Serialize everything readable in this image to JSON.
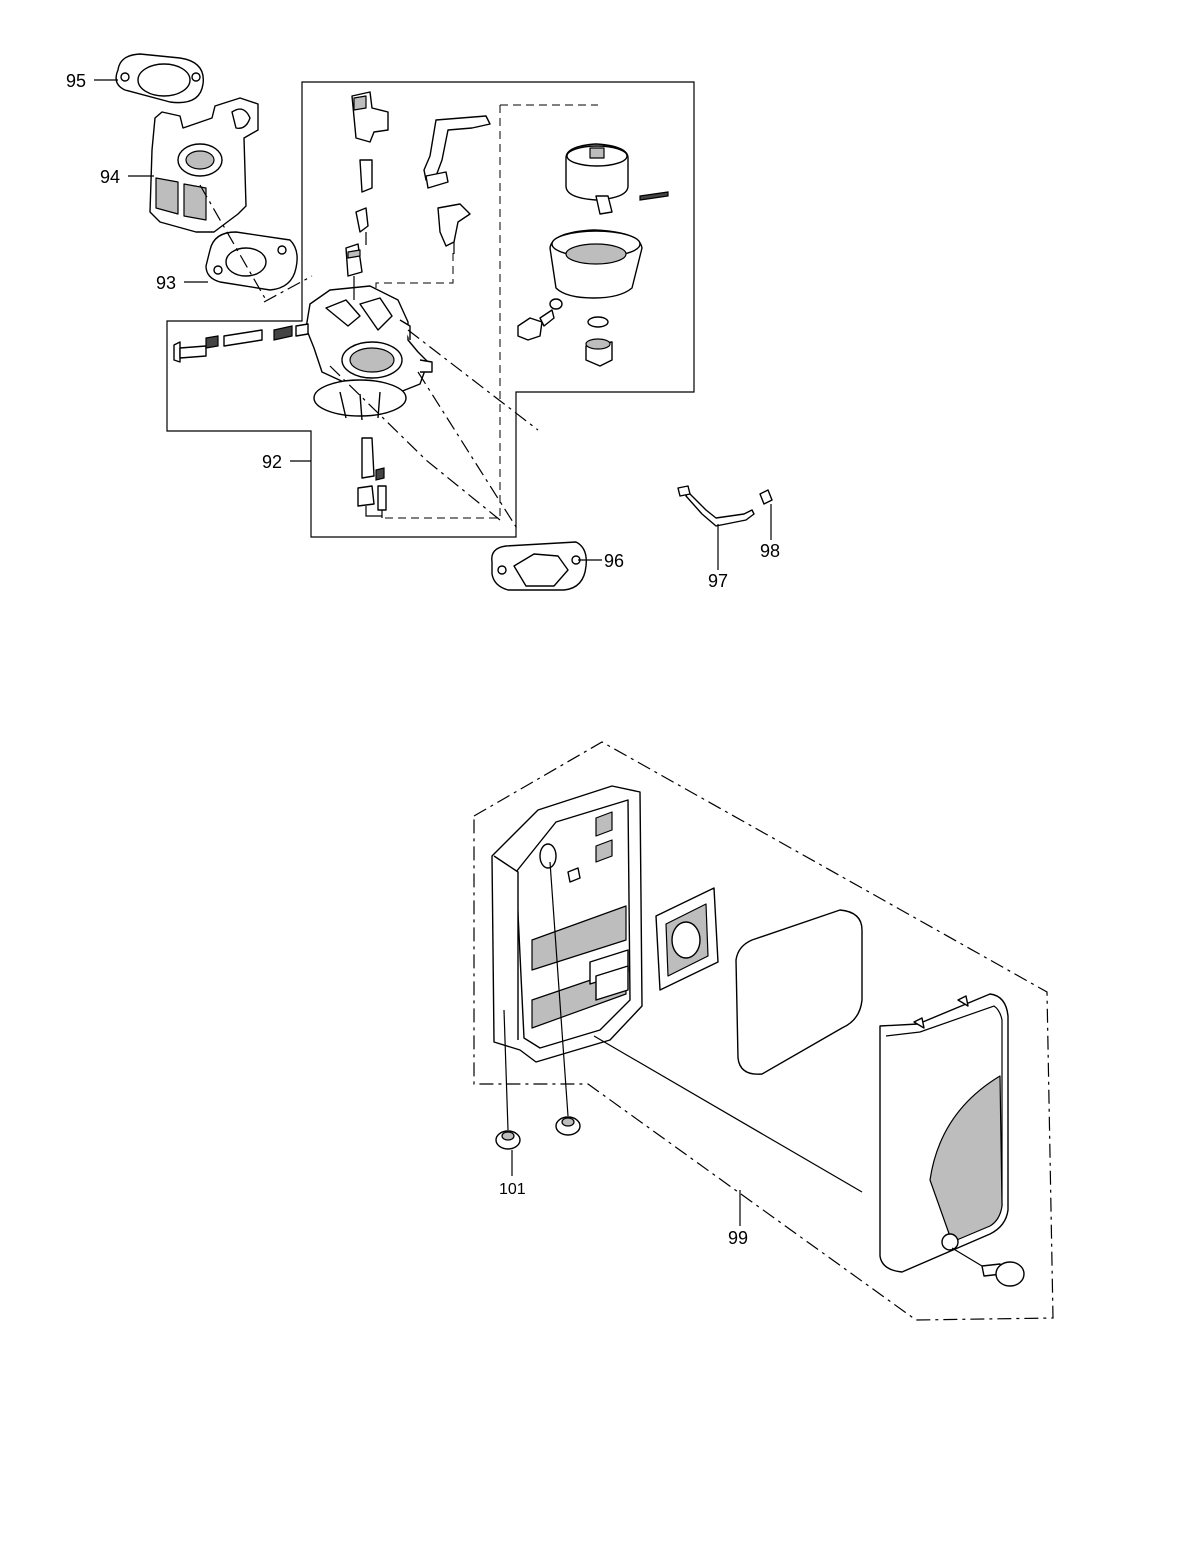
{
  "callouts": {
    "c92": "92",
    "c93": "93",
    "c94": "94",
    "c95": "95",
    "c96": "96",
    "c97": "97",
    "c98": "98",
    "c99": "99",
    "c101": "101"
  }
}
